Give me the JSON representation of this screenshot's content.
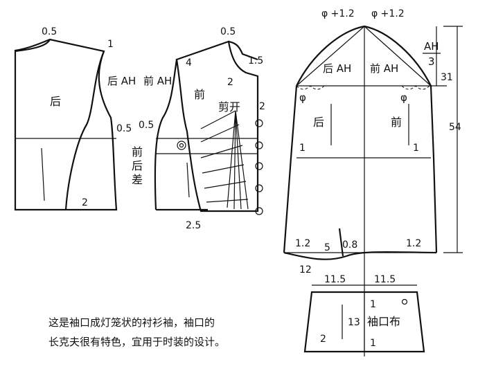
{
  "labels": {
    "back": "后",
    "front": "前",
    "back_ah": "后 AH",
    "front_ah": "前 AH",
    "front_back_diff_1": "前",
    "front_back_diff_2": "后",
    "front_back_diff_3": "差",
    "cut_open": "剪开",
    "cuff_piece": "袖口布",
    "sleeve_back": "后",
    "sleeve_front": "前",
    "sleeve_back_ah": "后 AH",
    "sleeve_front_ah": "前 AH",
    "phi_left": "φ",
    "phi_right": "φ",
    "ah_over_3_top": "AH",
    "ah_over_3_bottom": "3"
  },
  "dimensions": {
    "back_neck_05": "0.5",
    "back_shoulder_1": "1",
    "back_side_05": "0.5",
    "back_hem_2": "2",
    "front_neck_05": "0.5",
    "front_4": "4",
    "front_15": "1.5",
    "front_2a": "2",
    "front_2b": "2",
    "front_05": "0.5",
    "front_25": "2.5",
    "cap_left": "φ +1.2",
    "cap_right": "φ +1.2",
    "cap_31": "31",
    "sleeve_length_54": "54",
    "sleeve_left_1": "1",
    "sleeve_right_1": "1",
    "hem_left_12": "1.2",
    "hem_5": "5",
    "hem_08": "0.8",
    "hem_right_12": "1.2",
    "hem_12": "12",
    "cuff_left_115": "11.5",
    "cuff_right_115": "11.5",
    "cuff_1_top": "1",
    "cuff_13": "13",
    "cuff_2": "2",
    "cuff_1_bottom": "1"
  },
  "caption": {
    "line1": "这是袖口成灯笼状的衬衫袖，袖口的",
    "line2": "长克夫很有特色，宜用于时装的设计。"
  }
}
